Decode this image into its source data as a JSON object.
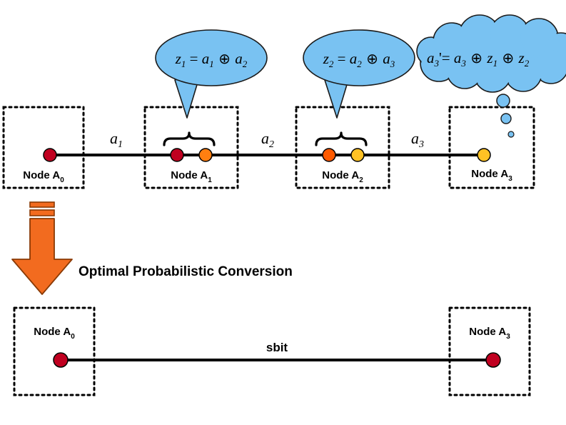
{
  "diagram": {
    "title_text": "Optimal Probabilistic Conversion",
    "colors": {
      "bubble_fill": "#79C2F2",
      "bubble_stroke": "#1a1a1a",
      "arrow_fill": "#F26B1F",
      "arrow_stroke": "#8a3a05",
      "dot_red": "#C00020",
      "dot_orange": "#FF7F10",
      "dot_orange_red": "#FF5A00",
      "dot_amber": "#FFC224",
      "line": "#000000",
      "box_border": "#000000",
      "background": "#FFFFFF"
    },
    "top_chain": {
      "nodes": [
        {
          "label_prefix": "Node A",
          "label_sub": "0",
          "dots": [
            "dot_red"
          ]
        },
        {
          "label_prefix": "Node A",
          "label_sub": "1",
          "dots": [
            "dot_red",
            "dot_orange"
          ],
          "has_brace": true
        },
        {
          "label_prefix": "Node A",
          "label_sub": "2",
          "dots": [
            "dot_orange_red",
            "dot_amber"
          ],
          "has_brace": true
        },
        {
          "label_prefix": "Node A",
          "label_sub": "3",
          "dots": [
            "dot_amber"
          ]
        }
      ],
      "edges": [
        {
          "prefix": "a",
          "sub": "1"
        },
        {
          "prefix": "a",
          "sub": "2"
        },
        {
          "prefix": "a",
          "sub": "3"
        }
      ]
    },
    "bubbles": [
      {
        "shape": "speech-ellipse",
        "segments": [
          {
            "t": "z",
            "kind": "var"
          },
          {
            "t": "1",
            "kind": "sub"
          },
          {
            "t": " = ",
            "kind": "eq"
          },
          {
            "t": "a",
            "kind": "var"
          },
          {
            "t": "1",
            "kind": "sub"
          },
          {
            "t": " ⊕ ",
            "kind": "op"
          },
          {
            "t": "a",
            "kind": "var"
          },
          {
            "t": "2",
            "kind": "sub"
          }
        ],
        "plain": "z1 = a1 ⊕ a2"
      },
      {
        "shape": "speech-ellipse",
        "segments": [
          {
            "t": "z",
            "kind": "var"
          },
          {
            "t": "2",
            "kind": "sub"
          },
          {
            "t": " = ",
            "kind": "eq"
          },
          {
            "t": "a",
            "kind": "var"
          },
          {
            "t": "2",
            "kind": "sub"
          },
          {
            "t": " ⊕ ",
            "kind": "op"
          },
          {
            "t": "a",
            "kind": "var"
          },
          {
            "t": "3",
            "kind": "sub"
          }
        ],
        "plain": "z2 = a2 ⊕ a3"
      },
      {
        "shape": "thought-cloud",
        "segments": [
          {
            "t": "a",
            "kind": "var"
          },
          {
            "t": "3",
            "kind": "sub"
          },
          {
            "t": "'= ",
            "kind": "eq"
          },
          {
            "t": "a",
            "kind": "var"
          },
          {
            "t": "3",
            "kind": "sub"
          },
          {
            "t": " ⊕ ",
            "kind": "op"
          },
          {
            "t": "z",
            "kind": "var"
          },
          {
            "t": "1",
            "kind": "sub"
          },
          {
            "t": " ⊕ ",
            "kind": "op"
          },
          {
            "t": "z",
            "kind": "var"
          },
          {
            "t": "2",
            "kind": "sub"
          }
        ],
        "plain": "a3'= a3 ⊕ z1 ⊕ z2"
      }
    ],
    "bottom_chain": {
      "link_label": "sbit",
      "nodes": [
        {
          "label_prefix": "Node A",
          "label_sub": "0",
          "dot": "dot_red"
        },
        {
          "label_prefix": "Node A",
          "label_sub": "3",
          "dot": "dot_red"
        }
      ]
    }
  }
}
